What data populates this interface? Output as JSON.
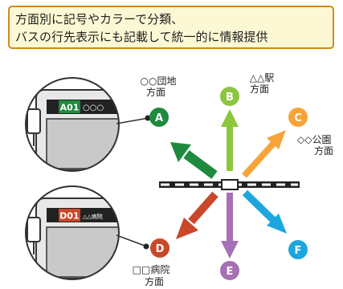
{
  "caption": {
    "line1": "方面別に記号やカラーで分類、",
    "line2": "バスの行先表示にも記載して統一的に情報提供"
  },
  "routes": [
    {
      "letter": "A",
      "color": "#1e8a3e",
      "label1": "○○団地",
      "label2": "方面"
    },
    {
      "letter": "B",
      "color": "#8cc63e",
      "label1": "△△駅",
      "label2": "方面"
    },
    {
      "letter": "C",
      "color": "#f6a43a",
      "label1": "◇◇公園",
      "label2": "方面"
    },
    {
      "letter": "D",
      "color": "#c9482a",
      "label1": "□□病院",
      "label2": "方面"
    },
    {
      "letter": "E",
      "color": "#a670b4",
      "label1": "",
      "label2": ""
    },
    {
      "letter": "F",
      "color": "#1ba7dc",
      "label1": "",
      "label2": ""
    }
  ],
  "bus_signs": [
    {
      "code": "A01",
      "text": "○○○",
      "code_color": "#1e8a3e"
    },
    {
      "code": "D01",
      "text": "△△病院",
      "code_color": "#c9482a"
    }
  ]
}
